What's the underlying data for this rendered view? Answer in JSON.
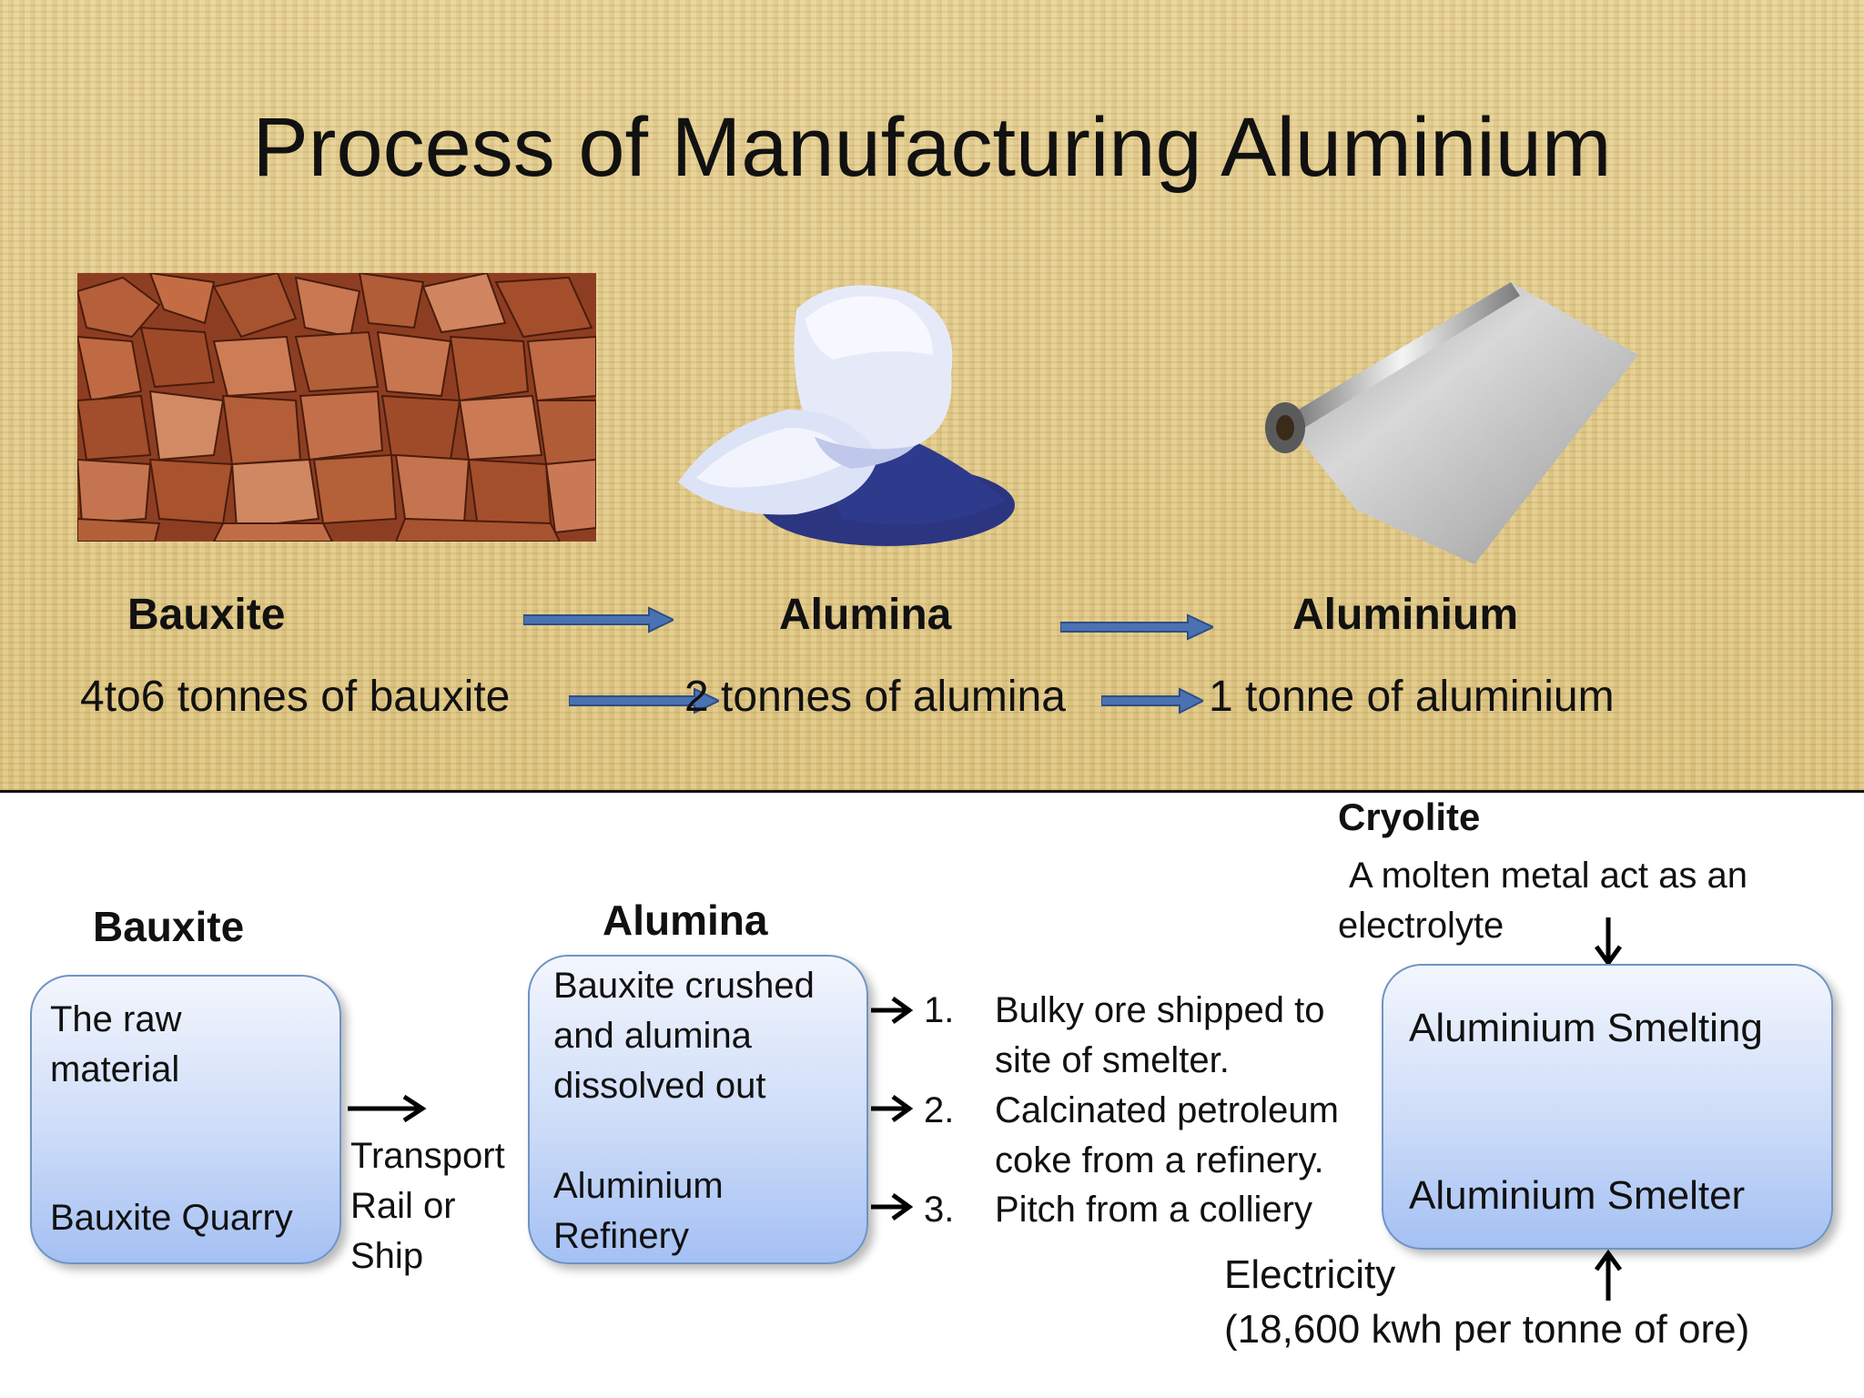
{
  "title": "Process of Manufacturing Aluminium",
  "top": {
    "labels": [
      "Bauxite",
      "Alumina",
      "Aluminium"
    ],
    "ratios": {
      "bauxite": "4to6 tonnes of bauxite",
      "alumina": "2 tonnes of alumina",
      "aluminium": "1 tonne of aluminium"
    },
    "colors": {
      "arrow": "#4a72b2",
      "background": "#e0c98a"
    }
  },
  "flow": {
    "bauxite": {
      "heading": "Bauxite",
      "box_line1": "The raw",
      "box_line2": "material",
      "box_line3": "Bauxite Quarry"
    },
    "transport": {
      "line1": "Transport",
      "line2": "Rail or",
      "line3": "Ship"
    },
    "alumina": {
      "heading": "Alumina",
      "box_line1": "Bauxite crushed",
      "box_line2": "and alumina",
      "box_line3": "dissolved out",
      "box_line4": "Aluminium",
      "box_line5": "Refinery"
    },
    "steps": [
      {
        "num": "1.",
        "line1": "Bulky ore shipped to",
        "line2": "site of smelter."
      },
      {
        "num": "2.",
        "line1": "Calcinated petroleum",
        "line2": "coke from a refinery."
      },
      {
        "num": "3.",
        "line1": "Pitch from a colliery",
        "line2": ""
      }
    ],
    "cryolite": {
      "heading": "Cryolite",
      "line1": "A molten metal act as an",
      "line2": "electrolyte"
    },
    "smelter": {
      "line1": "Aluminium Smelting",
      "line2": "Aluminium Smelter"
    },
    "electricity": {
      "line1": "Electricity",
      "line2": "(18,600 kwh per tonne of ore)"
    },
    "colors": {
      "box_border": "#6f93c4",
      "box_fill_top": "#f3f6fd",
      "box_fill_bottom": "#a4c0f3"
    }
  }
}
